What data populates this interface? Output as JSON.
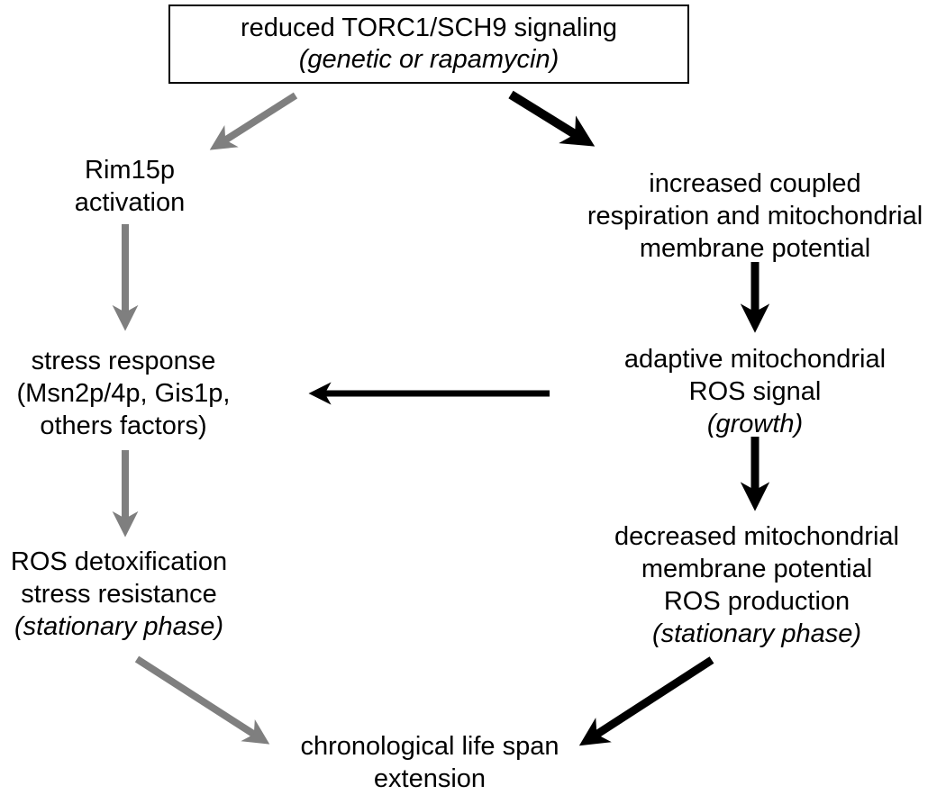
{
  "figure": {
    "type": "signaling-pathway-flowchart",
    "background": "#ffffff"
  },
  "colors": {
    "text": "#000000",
    "box_border": "#000000",
    "black_arrow": "#000000",
    "gray_arrow": "#7f7f7f"
  },
  "nodes": {
    "reduced_torc1": {
      "line1": "reduced TORC1/SCH9 signaling",
      "line2": "(genetic or rapamycin)"
    },
    "rim15p_activation": {
      "line1": "Rim15p",
      "line2": "activation"
    },
    "increased_respiration": {
      "line1": "increased coupled",
      "line2": "respiration and mitochondrial",
      "line3": "membrane potential"
    },
    "stress_response": {
      "line1": "stress response",
      "line2": "(Msn2p/4p, Gis1p,",
      "line3": "others factors)"
    },
    "adaptive_ros_signal": {
      "line1": "adaptive mitochondrial",
      "line2": "ROS signal",
      "line3": "(growth)"
    },
    "ros_detoxification": {
      "line1": "ROS detoxification",
      "line2": "stress resistance",
      "line3": "(stationary phase)"
    },
    "decreased_membrane_potential": {
      "line1": "decreased mitochondrial",
      "line2": "membrane potential",
      "line3": "ROS production",
      "line4": "(stationary phase)"
    },
    "lifespan_extension": {
      "line1": "chronological life span",
      "line2": "extension"
    }
  },
  "arrows": [
    {
      "from": "reduced_torc1",
      "to": "rim15p_activation",
      "color": "gray"
    },
    {
      "from": "reduced_torc1",
      "to": "increased_respiration",
      "color": "black"
    },
    {
      "from": "rim15p_activation",
      "to": "stress_response",
      "color": "gray"
    },
    {
      "from": "increased_respiration",
      "to": "adaptive_ros_signal",
      "color": "black"
    },
    {
      "from": "adaptive_ros_signal",
      "to": "stress_response",
      "color": "black"
    },
    {
      "from": "stress_response",
      "to": "ros_detoxification",
      "color": "gray"
    },
    {
      "from": "adaptive_ros_signal",
      "to": "decreased_membrane_potential",
      "color": "black"
    },
    {
      "from": "ros_detoxification",
      "to": "lifespan_extension",
      "color": "gray"
    },
    {
      "from": "decreased_membrane_potential",
      "to": "lifespan_extension",
      "color": "black"
    }
  ]
}
